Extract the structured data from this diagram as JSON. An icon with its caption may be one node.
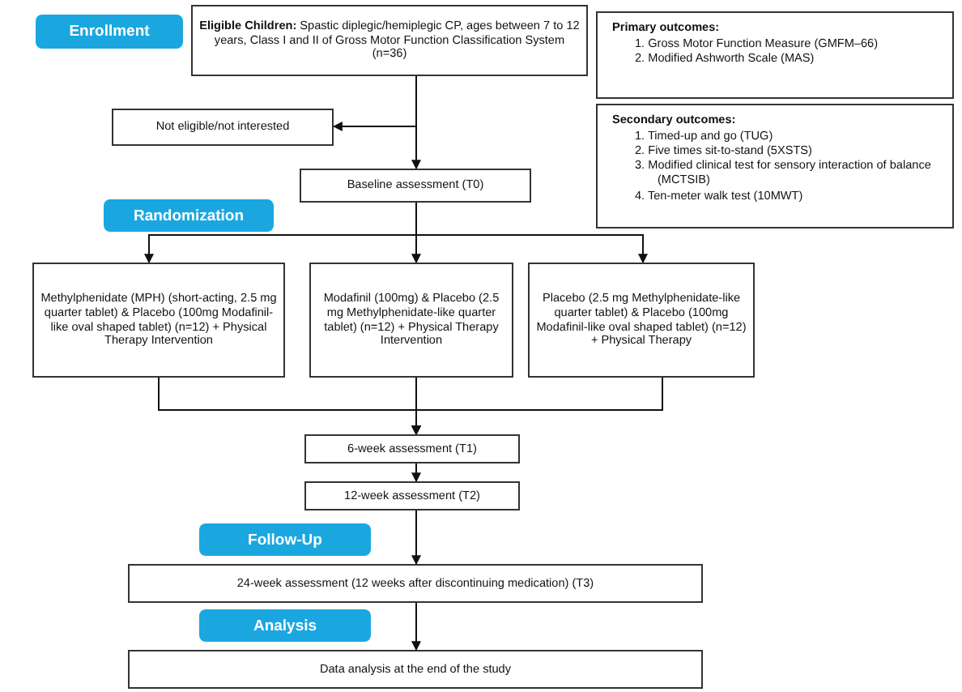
{
  "diagram": {
    "nodes": [
      {
        "text": [
          "Enrollment"
        ]
      },
      {
        "text": [
          "**Eligible Children:** Spastic diplegic/hemiplegic CP, ages between 7 to 12 years, Class I and II of Gross Motor Function Classification System (n=36)"
        ]
      },
      {
        "text": [
          "Primary outcomes:",
          "1. Gross Motor Function Measure (GMFM–66)",
          "2. Modified Ashworth Scale (MAS)"
        ]
      },
      {
        "text": [
          "Not eligible/not interested"
        ]
      },
      {
        "text": [
          "Secondary outcomes:",
          "1. Timed-up and go (TUG)",
          "2. Five times sit-to-stand (5XSTS)",
          "3. Modified clinical test for sensory interaction of balance (MCTSIB)",
          "4. Ten-meter walk test (10MWT)"
        ]
      },
      {
        "text": [
          "Baseline assessment (T0)"
        ]
      },
      {
        "text": [
          "Randomization"
        ]
      },
      {
        "text": [
          "Methylphenidate (MPH) (short-acting, 2.5 mg quarter tablet) & Placebo (100mg Modafinil-like oval shaped tablet) (n=12) + Physical Therapy Intervention"
        ]
      },
      {
        "text": [
          "Modafinil (100mg) & Placebo (2.5 mg Methylphenidate-like quarter tablet) (n=12) + Physical Therapy Intervention"
        ]
      },
      {
        "text": [
          "Placebo (2.5 mg Methylphenidate-like quarter tablet) & Placebo (100mg Modafinil-like oval shaped tablet) (n=12) + Physical Therapy"
        ]
      },
      {
        "text": [
          "6-week assessment (T1)"
        ]
      },
      {
        "text": [
          "12-week assessment (T2)"
        ]
      },
      {
        "text": [
          "Follow-Up"
        ]
      },
      {
        "text": [
          "24-week assessment (12 weeks after discontinuing medication) (T3)"
        ]
      },
      {
        "text": [
          "Analysis"
        ]
      },
      {
        "text": [
          "Data analysis at the end of the study"
        ]
      }
    ],
    "edges": [
      {
        "from": 1,
        "to": 3,
        "arrow": "to"
      },
      {
        "from": 1,
        "to": 5,
        "arrow": "to"
      },
      {
        "from": 5,
        "to": 7,
        "arrow": "to"
      },
      {
        "from": 5,
        "to": 8,
        "arrow": "to"
      },
      {
        "from": 5,
        "to": 9,
        "arrow": "to"
      },
      {
        "from": 7,
        "to": 10,
        "arrow": "to"
      },
      {
        "from": 8,
        "to": 10,
        "arrow": "to"
      },
      {
        "from": 9,
        "to": 10,
        "arrow": "to"
      },
      {
        "from": 10,
        "to": 11,
        "arrow": "to"
      },
      {
        "from": 11,
        "to": 13,
        "arrow": "to"
      },
      {
        "from": 13,
        "to": 15,
        "arrow": "to"
      }
    ]
  }
}
